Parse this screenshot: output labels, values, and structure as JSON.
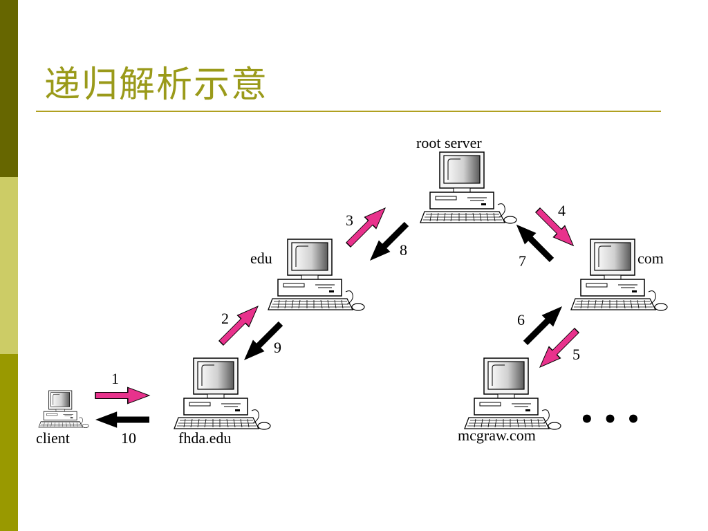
{
  "slide": {
    "title": "递归解析示意",
    "colors": {
      "sidebar_dark": "#666600",
      "sidebar_light": "#cccc66",
      "sidebar_mid": "#999900",
      "title": "#9a9a1a",
      "request_arrow": "#e8328c",
      "response_arrow": "#000000"
    }
  },
  "nodes": {
    "root": "root server",
    "edu": "edu",
    "com": "com",
    "fhda": "fhda.edu",
    "client": "client",
    "mcgraw": "mcgraw.com",
    "more": "• • •"
  },
  "steps": {
    "s1": "1",
    "s2": "2",
    "s3": "3",
    "s4": "4",
    "s5": "5",
    "s6": "6",
    "s7": "7",
    "s8": "8",
    "s9": "9",
    "s10": "10"
  }
}
